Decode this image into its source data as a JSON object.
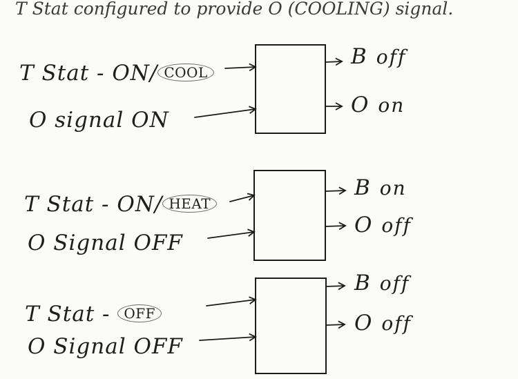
{
  "title": "T Stat configured to provide O (COOLING) signal.",
  "rows": [
    {
      "input1_prefix": "T Stat - ON/",
      "input1_mode": "COOL",
      "input2": "O  signal ON",
      "out_b_letter": "B",
      "out_b_state": "off",
      "out_o_letter": "O",
      "out_o_state": "on"
    },
    {
      "input1_prefix": "T Stat - ON/",
      "input1_mode": "HEAT",
      "input2": "O  Signal OFF",
      "out_b_letter": "B",
      "out_b_state": "on",
      "out_o_letter": "O",
      "out_o_state": "off"
    },
    {
      "input1_prefix": "T Stat - ",
      "input1_mode": "OFF",
      "input2": "O  Signal OFF",
      "out_b_letter": "B",
      "out_b_state": "off",
      "out_o_letter": "O",
      "out_o_state": "off"
    }
  ]
}
